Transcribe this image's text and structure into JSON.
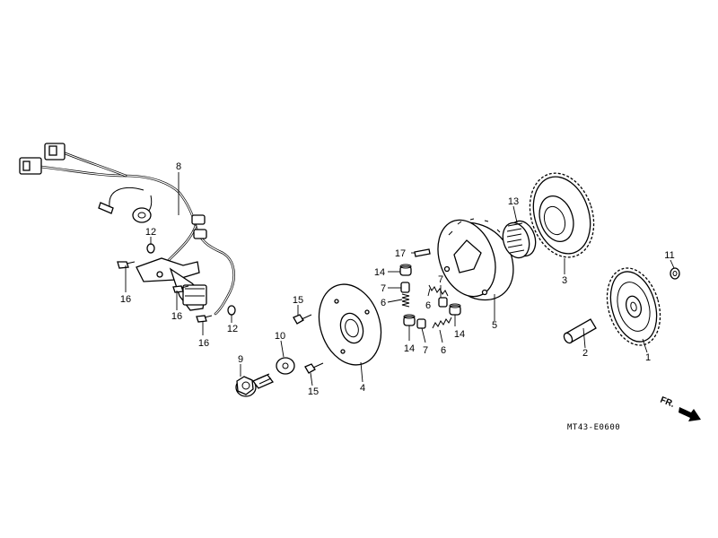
{
  "diagram_code": "MT43-E0600",
  "direction_label": "FR.",
  "callouts": [
    {
      "id": "p1",
      "label": "1"
    },
    {
      "id": "p2",
      "label": "2"
    },
    {
      "id": "p3",
      "label": "3"
    },
    {
      "id": "p4",
      "label": "4"
    },
    {
      "id": "p5",
      "label": "5"
    },
    {
      "id": "p6a",
      "label": "6"
    },
    {
      "id": "p6b",
      "label": "6"
    },
    {
      "id": "p6c",
      "label": "6"
    },
    {
      "id": "p7a",
      "label": "7"
    },
    {
      "id": "p7b",
      "label": "7"
    },
    {
      "id": "p7c",
      "label": "7"
    },
    {
      "id": "p8",
      "label": "8"
    },
    {
      "id": "p9",
      "label": "9"
    },
    {
      "id": "p10",
      "label": "10"
    },
    {
      "id": "p11",
      "label": "11"
    },
    {
      "id": "p12a",
      "label": "12"
    },
    {
      "id": "p12b",
      "label": "12"
    },
    {
      "id": "p13",
      "label": "13"
    },
    {
      "id": "p14a",
      "label": "14"
    },
    {
      "id": "p14b",
      "label": "14"
    },
    {
      "id": "p14c",
      "label": "14"
    },
    {
      "id": "p15a",
      "label": "15"
    },
    {
      "id": "p15b",
      "label": "15"
    },
    {
      "id": "p16a",
      "label": "16"
    },
    {
      "id": "p16b",
      "label": "16"
    },
    {
      "id": "p16c",
      "label": "16"
    },
    {
      "id": "p17",
      "label": "17"
    }
  ]
}
